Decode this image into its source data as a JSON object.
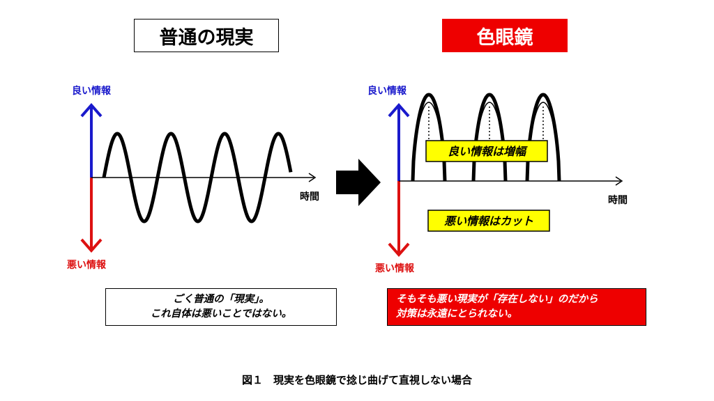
{
  "left_panel": {
    "title": "普通の現実",
    "y_label_top": "良い情報",
    "y_label_bottom": "悪い情報",
    "x_label": "時間",
    "caption_lines": [
      "ごく普通の「現実」。",
      "これ自体は悪いことではない。"
    ]
  },
  "right_panel": {
    "title": "色眼鏡",
    "y_label_top": "良い情報",
    "y_label_bottom": "悪い情報",
    "x_label": "時間",
    "callout_good": "良い情報は増幅",
    "callout_bad": "悪い情報はカット",
    "caption_lines": [
      "そもそも悪い現実が「存在しない」のだから",
      "対策は永遠にとられない。"
    ]
  },
  "figure_caption": "図１　現実を色眼鏡で捻じ曲げて直視しない場合",
  "colors": {
    "good_axis": "#1a1acc",
    "bad_axis": "#dd1111",
    "red_box": "#ee0000",
    "callout_fill": "#ffff00",
    "wave": "#000000"
  }
}
